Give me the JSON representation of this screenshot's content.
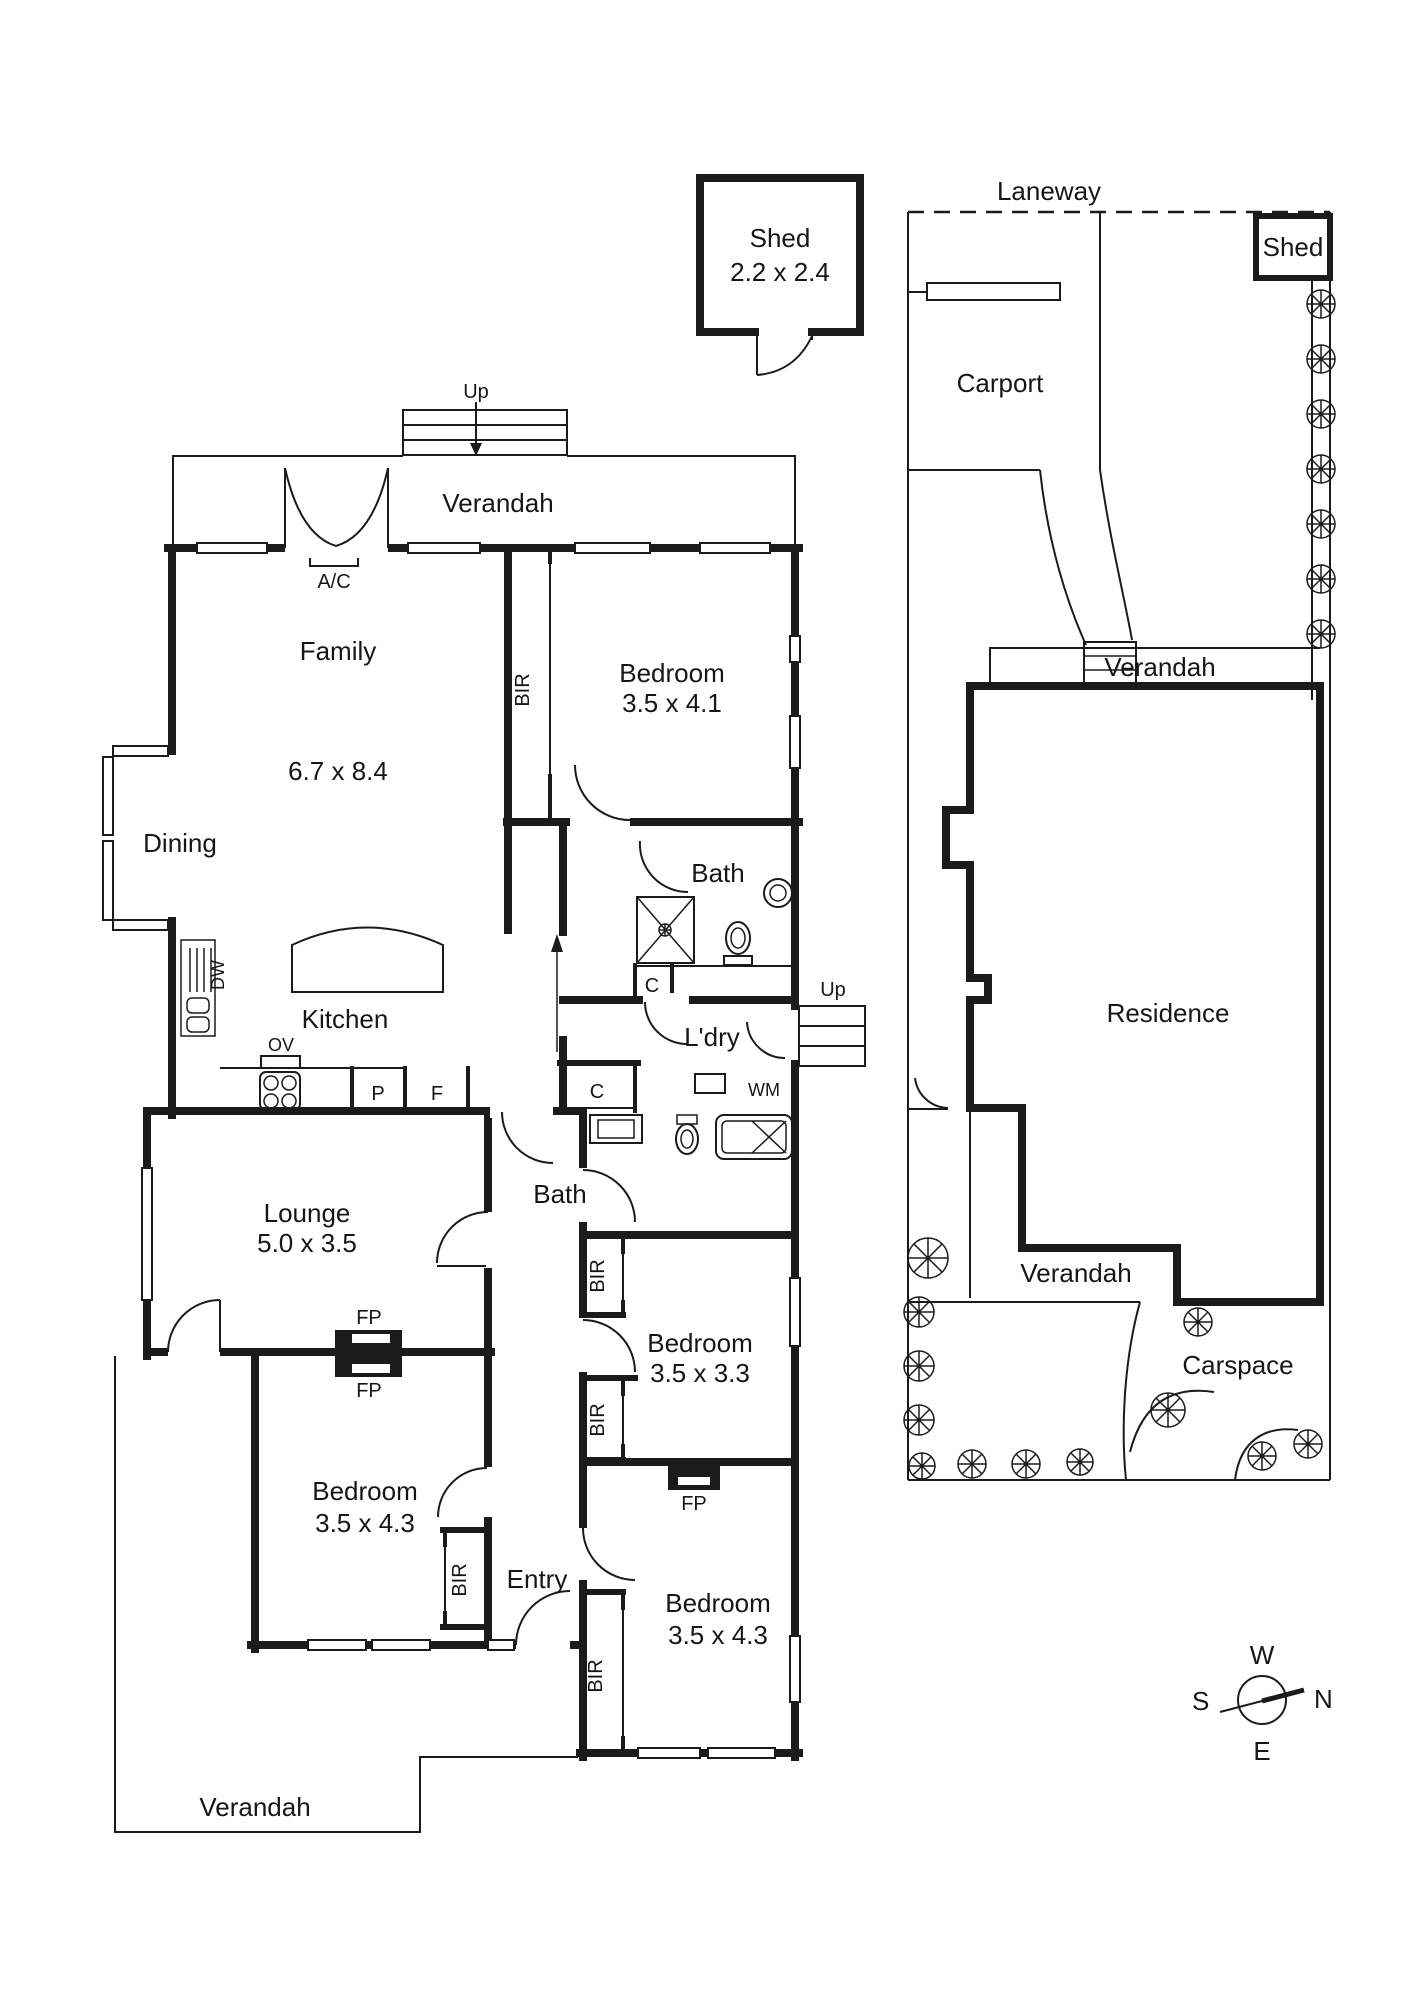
{
  "plan": {
    "shed": {
      "name": "Shed",
      "dim": "2.2 x 2.4"
    },
    "labels": {
      "up": "Up",
      "verandah": "Verandah",
      "ac": "A/C",
      "bir": "BIR",
      "bath": "Bath",
      "c": "C",
      "fp": "FP",
      "dw": "DW",
      "ov": "OV",
      "p": "P",
      "f": "F",
      "wm": "WM",
      "ldry": "L'dry",
      "entry": "Entry",
      "kitchen": "Kitchen",
      "dining": "Dining"
    },
    "rooms": {
      "family": {
        "name": "Family",
        "dim": "6.7 x 8.4"
      },
      "bedroom1": {
        "name": "Bedroom",
        "dim": "3.5 x 4.1"
      },
      "lounge": {
        "name": "Lounge",
        "dim": "5.0 x 3.5"
      },
      "bedroom2": {
        "name": "Bedroom",
        "dim": "3.5 x 3.3"
      },
      "bedroom3": {
        "name": "Bedroom",
        "dim": "3.5 x 4.3"
      },
      "bedroom4": {
        "name": "Bedroom",
        "dim": "3.5 x 4.3"
      }
    }
  },
  "site": {
    "laneway": "Laneway",
    "shed": "Shed",
    "carport": "Carport",
    "verandah": "Verandah",
    "residence": "Residence",
    "carspace": "Carspace"
  },
  "compass": {
    "n": "N",
    "s": "S",
    "e": "E",
    "w": "W"
  }
}
